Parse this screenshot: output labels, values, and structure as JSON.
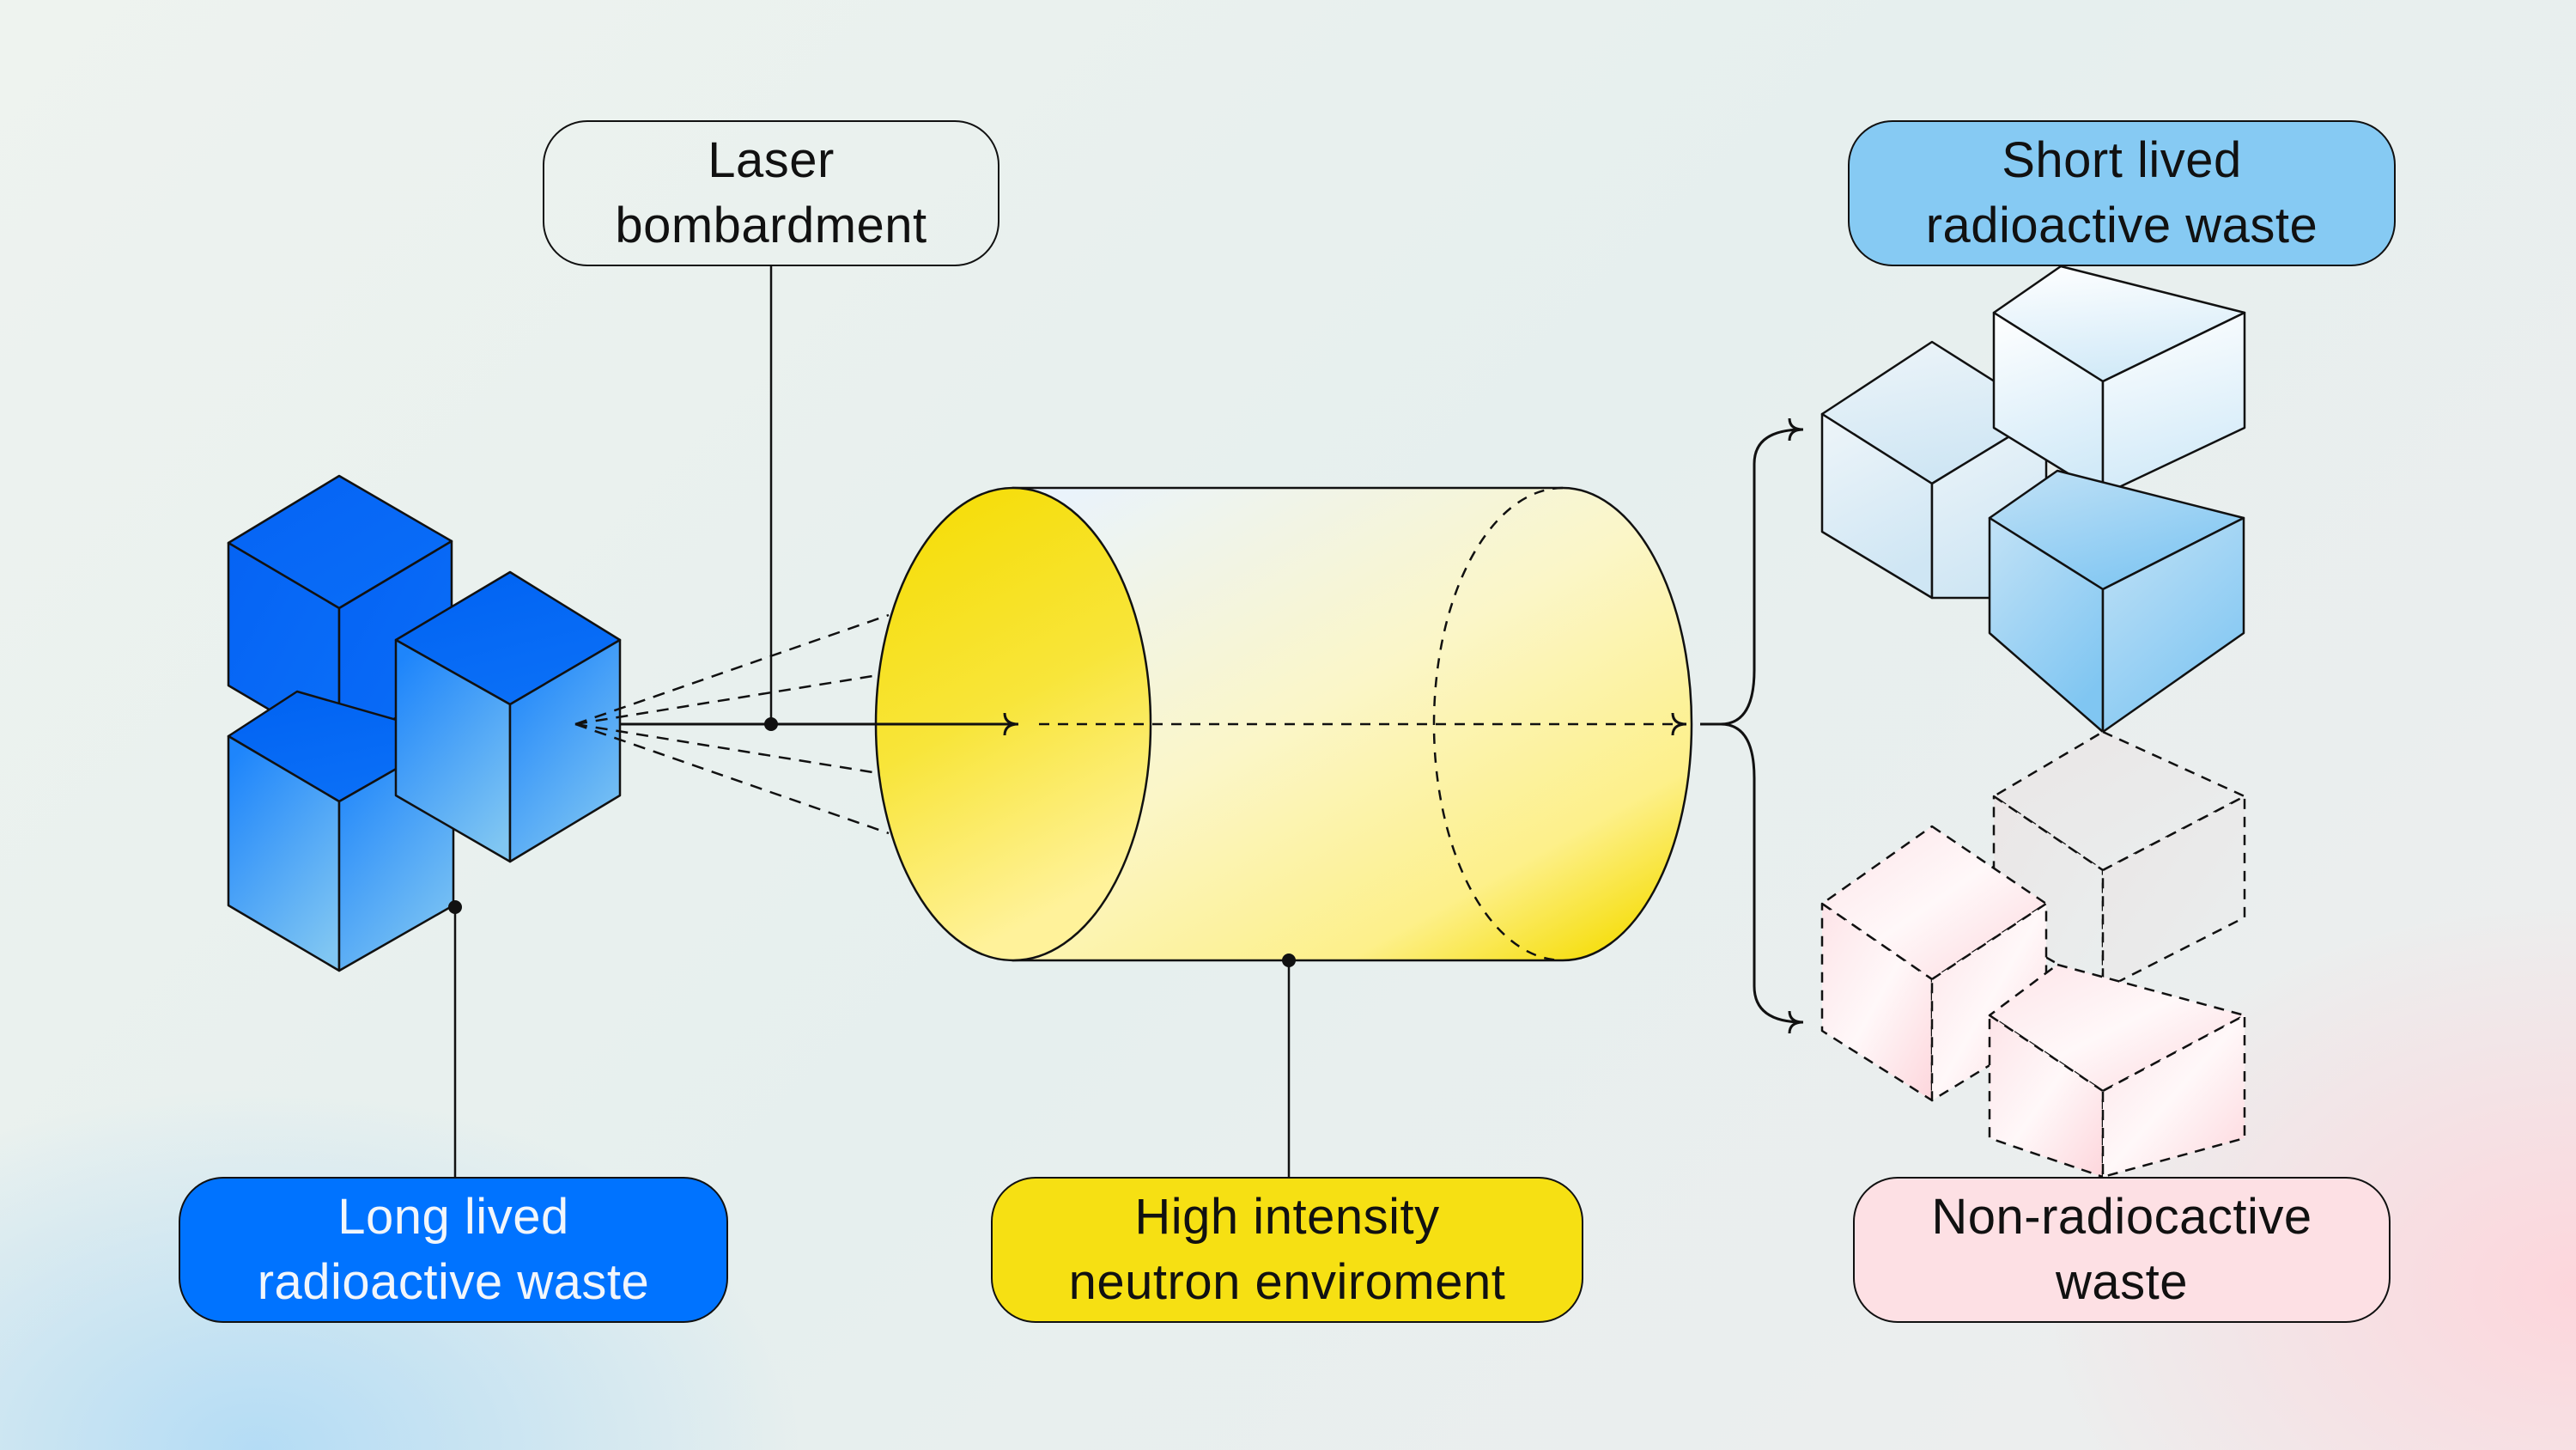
{
  "diagram": {
    "title": "Laser-driven transmutation of radioactive waste",
    "nodes": {
      "laser": {
        "lines": [
          "Laser",
          "bombardment"
        ],
        "color": "transparent"
      },
      "long_lived": {
        "lines": [
          "Long lived",
          "radioactive waste"
        ],
        "color": "#0073ff"
      },
      "neutron_env": {
        "lines": [
          "High intensity",
          "neutron enviroment"
        ],
        "color": "#f6e013"
      },
      "short_lived": {
        "lines": [
          "Short lived",
          "radioactive waste"
        ],
        "color": "#86caf3"
      },
      "non_radioactive": {
        "lines": [
          "Non-radiocactive",
          "waste"
        ],
        "color": "#fde0e4"
      }
    },
    "edges": [
      {
        "from": "long_lived",
        "to": "neutron_env",
        "via": "laser",
        "style": "solid-arrow"
      },
      {
        "from": "neutron_env",
        "to": "short_lived",
        "style": "branch-arrow"
      },
      {
        "from": "neutron_env",
        "to": "non_radioactive",
        "style": "branch-arrow"
      }
    ],
    "icons": {
      "long_lived": "blue-cube-cluster-icon",
      "neutron_env": "yellow-cylinder-icon",
      "short_lived": "light-blue-cube-cluster-icon",
      "non_radioactive": "dashed-pink-cube-cluster-icon"
    },
    "colors": {
      "cube_blue_dark": "#0066f5",
      "cube_blue_light": "#86c8f2",
      "cylinder_yellow": "#f5dc00",
      "cylinder_yellow_light": "#fff7b8",
      "short_cube_white": "#ffffff",
      "short_cube_blue": "#86caf3",
      "non_cube_pink": "#fdd6dc",
      "stroke": "#111111"
    }
  }
}
